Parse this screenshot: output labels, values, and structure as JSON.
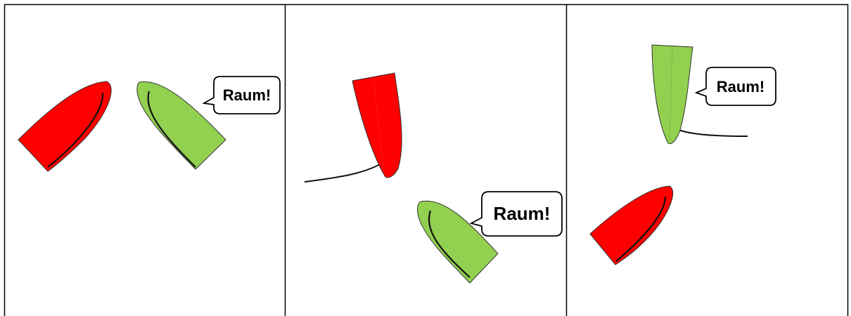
{
  "colors": {
    "frame": "#000000",
    "keep_clear_boat": "#ff0000",
    "room_calling_boat": "#92d050",
    "boat_outline": "#333333",
    "track_line": "#111111",
    "bubble_fill": "#ffffff",
    "bubble_text": "#000000"
  },
  "icons": {
    "boat": "boat-hull-icon",
    "callout": "speech-bubble-icon"
  },
  "panels": [
    {
      "bubble_text": "Raum!"
    },
    {
      "bubble_text": "Raum!"
    },
    {
      "bubble_text": "Raum!"
    }
  ]
}
